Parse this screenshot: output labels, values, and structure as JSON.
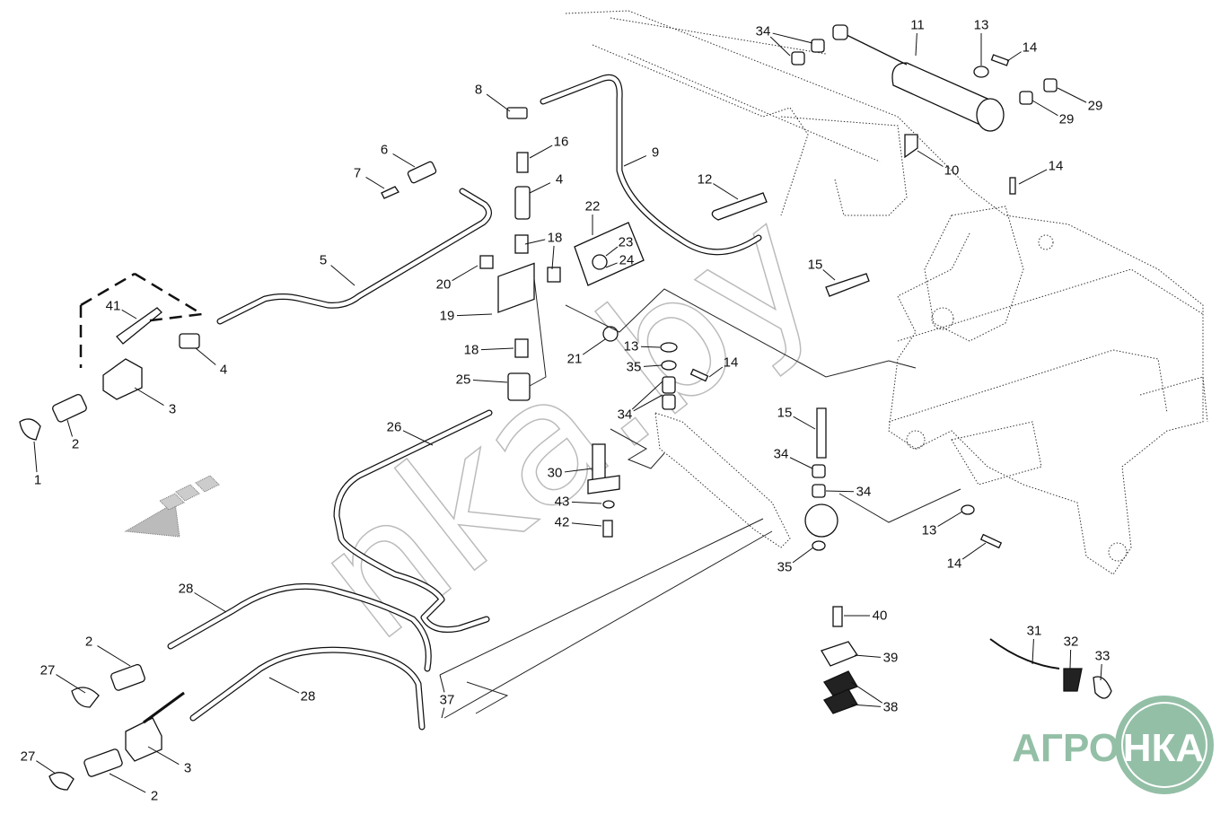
{
  "callouts": [
    "34",
    "11",
    "13",
    "14",
    "29",
    "29",
    "10",
    "14",
    "12",
    "15",
    "9",
    "8",
    "16",
    "4",
    "6",
    "7",
    "22",
    "23",
    "24",
    "18",
    "5",
    "20",
    "19",
    "41",
    "4",
    "18",
    "21",
    "13",
    "35",
    "14",
    "25",
    "34",
    "3",
    "2",
    "1",
    "26",
    "15",
    "34",
    "34",
    "30",
    "43",
    "42",
    "13",
    "35",
    "14",
    "28",
    "40",
    "31",
    "32",
    "33",
    "39",
    "2",
    "27",
    "28",
    "37",
    "38",
    "3",
    "27",
    "2"
  ],
  "watermark": "nka.by",
  "logo": {
    "left": "АГРО",
    "right": "НКА",
    "color": "#93bfa6"
  }
}
